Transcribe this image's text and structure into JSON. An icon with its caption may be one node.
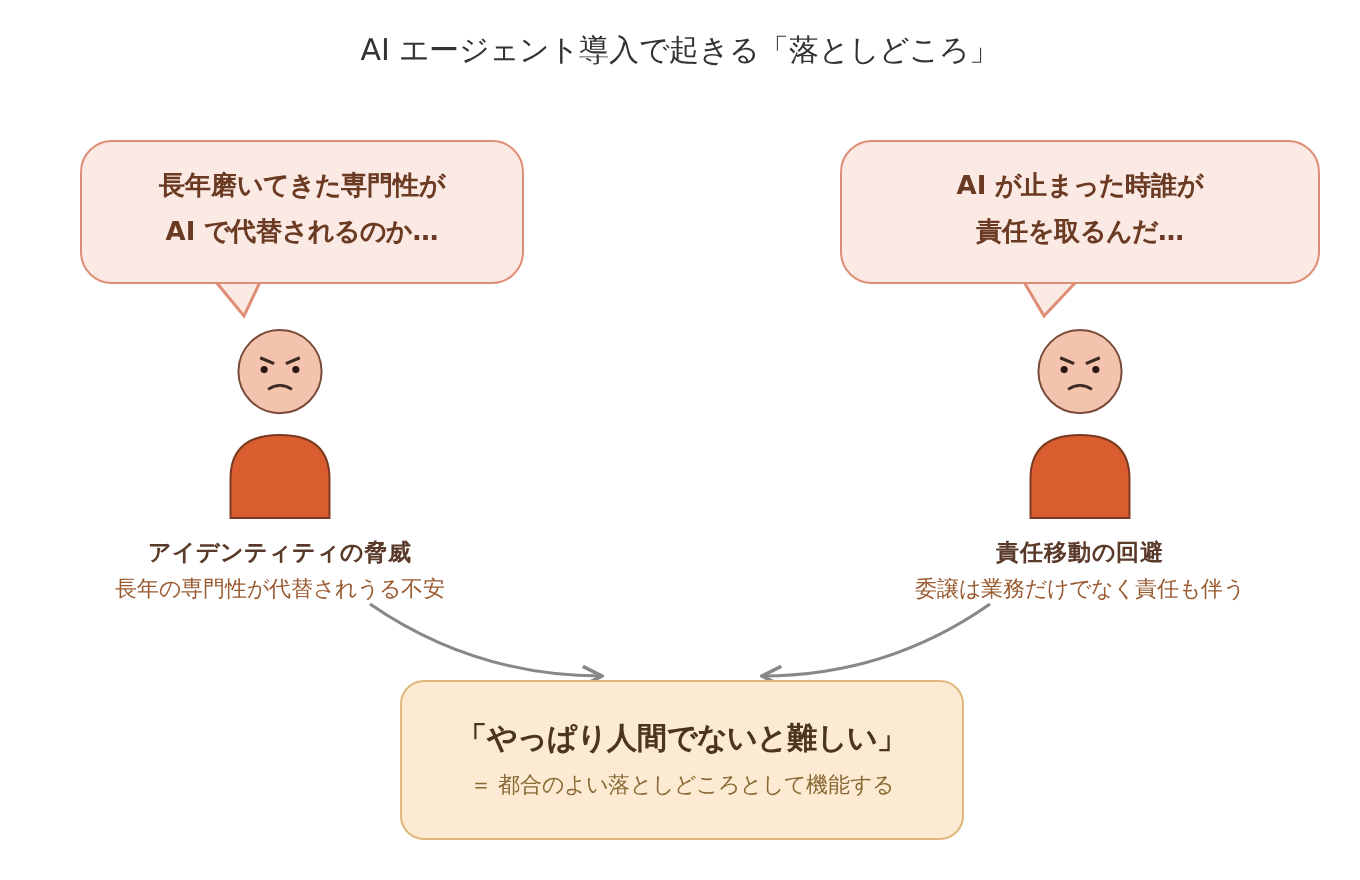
{
  "diagram": {
    "title": "AI エージェント導入で起きる「落としどころ」",
    "nodes": [
      {
        "text": [
          "長年磨いてきた専門性がAI で代替されるのか…"
        ]
      },
      {
        "text": [
          "アイデンティティの脅威",
          "長年の専門性が代替されうる不安"
        ]
      },
      {
        "text": [
          "AI が止まった時誰が責任を取るんだ…"
        ]
      },
      {
        "text": [
          "責任移動の回避",
          "委譲は業務だけでなく責任も伴う"
        ]
      },
      {
        "text": [
          "「やっぱり人間でないと難しい」",
          "＝ 都合のよい落としどころとして機能する"
        ]
      }
    ],
    "edges": [
      {
        "from": 1,
        "to": 4,
        "arrow": "to"
      },
      {
        "from": 3,
        "to": 4,
        "arrow": "to"
      }
    ]
  }
}
